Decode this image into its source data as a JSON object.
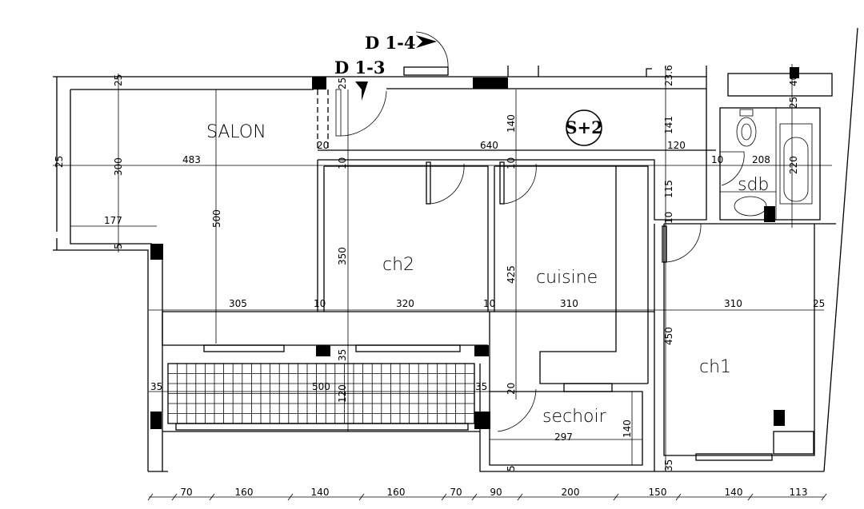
{
  "rooms": {
    "salon": "SALON",
    "ch2": "ch2",
    "cuisine": "cuisine",
    "ch1": "ch1",
    "sdb": "sdb",
    "sechoir": "sechoir"
  },
  "tags": {
    "level": "S+2",
    "door_d14": "D 1-4",
    "door_d13": "D 1-3"
  },
  "dims": {
    "salon_top_wall": "25",
    "salon_left_wall": "25",
    "salon_depth": "300",
    "salon_width": "483",
    "salon_height": "500",
    "salon_bay": "177",
    "salon_bottom": "5",
    "partition_20": "20",
    "corridor_wall_10a": "10",
    "door_wall_25": "25",
    "ch2_height": "350",
    "corridor_length": "640",
    "corridor_width": "140",
    "corridor_wall_10b": "10",
    "corridor_width_b": "141",
    "hall_width": "120",
    "hall_wall_10": "10",
    "sdb_width": "208",
    "sdb_height": "220",
    "hall_height": "115",
    "ch1_wall_10": "10",
    "sdb_wall_25": "25",
    "sdb_window": "40",
    "top_right": "23.6",
    "cuisine_height": "425",
    "row_305": "305",
    "row_10a": "10",
    "row_320": "320",
    "row_10b": "10",
    "row_310a": "310",
    "row_310b": "310",
    "row_25": "25",
    "ch1_height": "450",
    "wall_35a": "35",
    "balcony_left": "35",
    "balcony_width": "500",
    "balcony_depth": "120",
    "balcony_right": "35",
    "sechoir_wall_20": "20",
    "sechoir_width": "297",
    "sechoir_depth": "140",
    "sechoir_wall_5": "5",
    "ch1_wall_35": "35"
  },
  "bottom_dims": [
    "70",
    "160",
    "140",
    "160",
    "70",
    "90",
    "200",
    "150",
    "140",
    "113"
  ]
}
